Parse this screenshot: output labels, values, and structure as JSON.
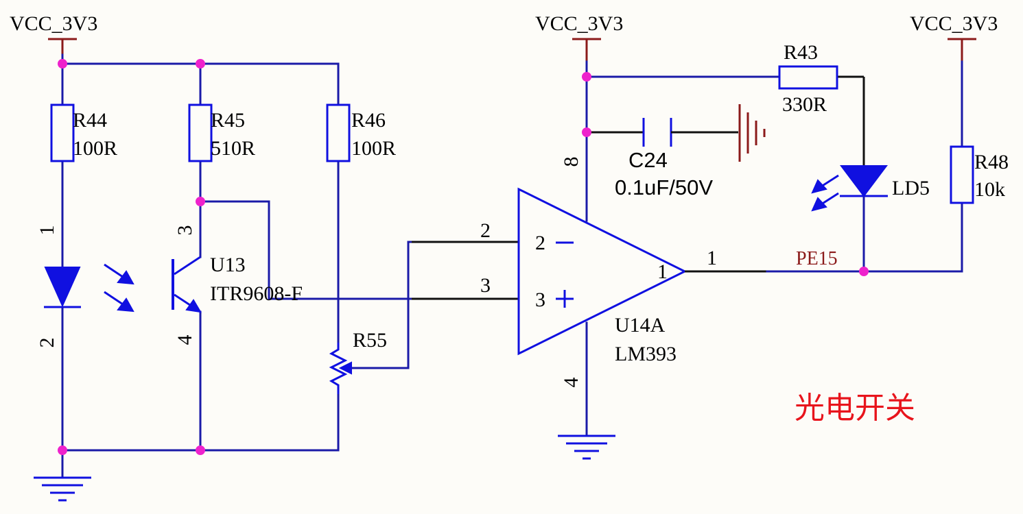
{
  "power_labels": [
    "VCC_3V3",
    "VCC_3V3",
    "VCC_3V3"
  ],
  "components": {
    "r44": {
      "ref": "R44",
      "value": "100R"
    },
    "r45": {
      "ref": "R45",
      "value": "510R"
    },
    "r46": {
      "ref": "R46",
      "value": "100R"
    },
    "r43": {
      "ref": "R43",
      "value": "330R"
    },
    "r48": {
      "ref": "R48",
      "value": "10k"
    },
    "r55": {
      "ref": "R55"
    },
    "c24": {
      "ref": "C24",
      "value": "0.1uF/50V"
    },
    "ld5": {
      "ref": "LD5"
    },
    "u13": {
      "ref": "U13",
      "value": "ITR9608-F"
    },
    "u14a": {
      "ref": "U14A",
      "value": "LM393"
    }
  },
  "pins": {
    "led_anode": "1",
    "led_cathode": "2",
    "transistor_collector": "3",
    "transistor_emitter": "4",
    "opamp_inv_wire": "2",
    "opamp_inv_pin": "2",
    "opamp_inv_sign": "−",
    "opamp_noninv_wire": "3",
    "opamp_noninv_pin": "3",
    "opamp_noninv_sign": "+",
    "opamp_out_pin": "1",
    "opamp_out_wire": "1",
    "opamp_vcc": "8",
    "opamp_gnd": "4"
  },
  "net_label": "PE15",
  "title_note": "光电开关",
  "colors": {
    "wire": "#1a1aa8",
    "component": "#1010e0",
    "power": "#8b1a1a",
    "junction": "#ee22cc",
    "note": "#e8141c"
  }
}
